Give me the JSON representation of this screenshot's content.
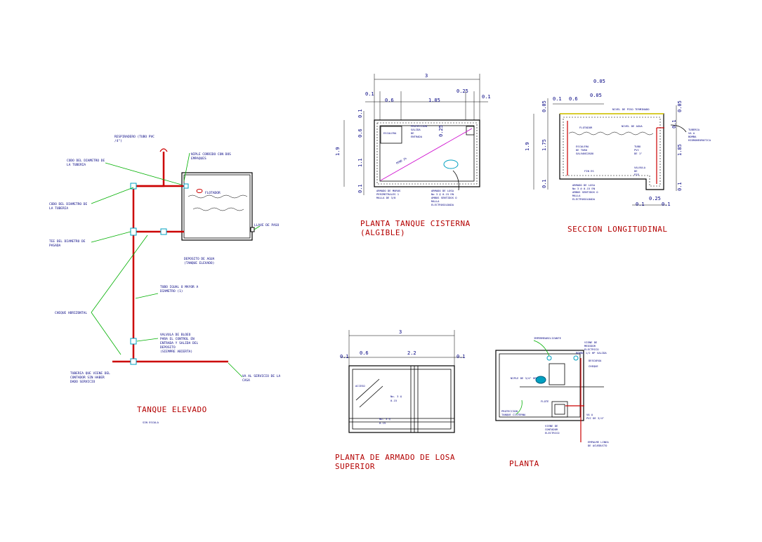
{
  "titles": {
    "tanque_elevado": "TANQUE ELEVADO",
    "sin_escala": "SIN ESCALA",
    "planta_cisterna_1": "PLANTA TANQUE CISTERNA",
    "planta_cisterna_2": "(ALGIBLE)",
    "seccion": "SECCION LONGITUDINAL",
    "losa_1": "PLANTA DE ARMADO DE LOSA",
    "losa_2": "SUPERIOR",
    "planta": "PLANTA"
  },
  "tanque_labels": {
    "respiradero_1": "RESPIRADERO (TUBO PVC",
    "respiradero_2": "/4\")",
    "niple_1": "NIPLE CORRIDO CON DOS",
    "niple_2": "EMPAQUES",
    "codo_1": "CODO DEL DIAMETRO DE",
    "codo_2": "LA TUBERIA",
    "codo2_1": "CODO DEL DIAMETRO DE",
    "codo2_2": "LA TUBERIA",
    "flotador": "FLOTADOR",
    "tee_1": "TEE DEL DIAMETRO DE",
    "tee_2": "PASADA",
    "llave": "LLAVE DE PASO",
    "deposito_1": "DEPOSITO DE AGUA",
    "deposito_2": "(TANQUE ELEVADO)",
    "tubo_1": "TUBO IGUAL O MAYOR A",
    "tubo_2": "DIAMETRO (1)",
    "cheque": "CHEQUE HORIZONTAL",
    "valvula_1": "VALVULA DE BLOEO",
    "valvula_2": "PARA EL CONTROL EN",
    "valvula_3": "ENTRADA Y SALIDA DEL",
    "valvula_4": "DEPOSITO",
    "valvula_5": "(SIEMPRE ABIERTA)",
    "tuberia_1": "TUBERIA QUE VIENE DEL",
    "tuberia_2": "CONTADOR SIN HABER",
    "tuberia_3": "DADO SERVICIO",
    "va_1": "VA AL SERVICIO DE LA",
    "va_2": "CASA"
  },
  "cisterna": {
    "dim_total": "3",
    "dim_01a": "0.1",
    "dim_06": "0.6",
    "dim_185": "1.85",
    "dim_025": "0.25",
    "dim_01b": "0.1",
    "v_19": "1.9",
    "v_01a": "0.1",
    "v_06": "0.6",
    "v_11": "1.1",
    "v_01b": "0.1",
    "v_025": "0.25",
    "escalera": "ESCALERA",
    "proteccion_1": "PROTECCION",
    "proteccion_2": "SALIDA",
    "proteccion_3": "DE",
    "proteccion_4": "ENTRADA",
    "pend": "PEND 2%",
    "armado_muros_1": "ARMADO DE MUROS",
    "armado_muros_2": "PERIMETRALES 1",
    "armado_muros_3": "MALLA DE 3/8",
    "armado_losa_1": "ARMADO DE LOSA",
    "armado_losa_2": "No 3 @ 0.15 EN",
    "armado_losa_3": "AMBOS SENTIDOS O",
    "armado_losa_4": "MALLA",
    "armado_losa_5": "ELECTROSOLDADA"
  },
  "seccion": {
    "dim_005a": "0.05",
    "dim_01": "0.1",
    "dim_06": "0.6",
    "dim_005b": "0.05",
    "v_005": "0.05",
    "v_19": "1.9",
    "v_175": "1.75",
    "v_01": "0.1",
    "v_005b": "0.05",
    "v_01b": "0.1",
    "v_185": "1.85",
    "v_01c": "0.1",
    "h_025": "0.25",
    "h_01a": "0.1",
    "h_01b": "0.1",
    "nivel_piso": "NIVEL DE PISO TERMINADO",
    "flotador": "FLOTADOR",
    "nivel_agua": "NIVEL DE AGUA",
    "escalera_1": "ESCALERA",
    "escalera_2": "DE TUBO",
    "escalera_3": "GALVANIZADO",
    "tubo_1": "TUBO",
    "tubo_2": "PVC",
    "tubo_3": "DE 1\"",
    "valvula_1": "VALVULA",
    "valvula_2": "DE",
    "valvula_3": "PIE",
    "fin": "FIN ES",
    "tuberia_1": "TUBERIA",
    "tuberia_2": "VA A",
    "tuberia_3": "BOMBA",
    "tuberia_4": "HIDRONEUMATICA",
    "armado_1": "ARMADO DE LOSA",
    "armado_2": "No 3 @ 0.15 EN",
    "armado_3": "AMBOS SENTIDOS O",
    "armado_4": "MALLA",
    "armado_5": "ELECTROSOLDADA"
  },
  "losa": {
    "dim_total": "3",
    "dim_01a": "0.1",
    "dim_06": "0.6",
    "dim_22": "2.2",
    "dim_01b": "0.1",
    "acceso": "ACCESO",
    "no3_1": "No. 3 @",
    "no3_2": "0.15",
    "no3b_1": "No. 3 @",
    "no3b_2": "0.15"
  },
  "planta": {
    "impermeabilizante": "IMPERMEABILIZANTE",
    "viene": "VIENE DE",
    "viene_2": "MEDIDOR",
    "viene_3": "ELECTRICO",
    "bomba": "BOMBA 1/2 HP",
    "salida": "SALIDA",
    "descarga": "DESCARGA",
    "cheque": "CHEQUE",
    "niple": "NIPLE DE 3/4\" HP",
    "flote": "FLOTE",
    "proteccion_1": "PROTECCION",
    "proteccion_2": "TANQUE CISTERNA",
    "va": "VA A",
    "pvc": "PVC DE 3/4\"",
    "viene2_1": "VIENE DE",
    "viene2_2": "CONTADOR",
    "viene2_3": "ELECTRICO",
    "empalme_1": "EMPALME LINEA",
    "empalme_2": "DE ACUEDUCTO"
  }
}
